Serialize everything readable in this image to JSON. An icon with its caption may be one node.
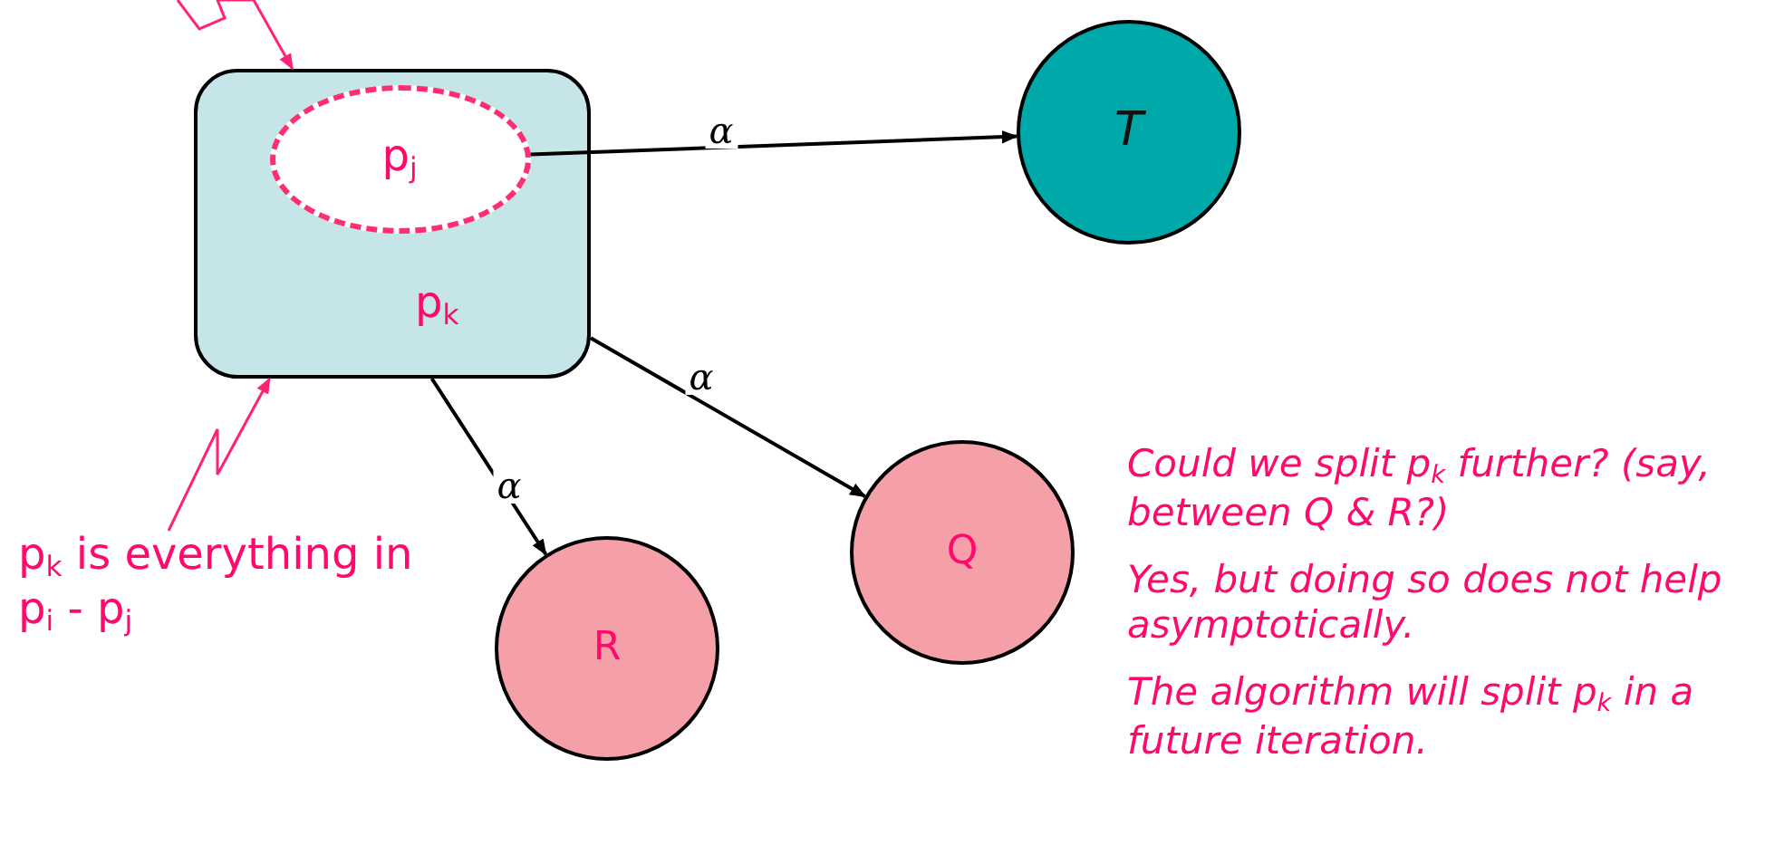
{
  "diagram": {
    "nodes": [
      {
        "text": [
          "p$_{k}$"
        ]
      },
      {
        "text": [
          "p$_{j}$"
        ],
        "in": 0
      },
      {
        "text": [
          "T"
        ]
      },
      {
        "text": [
          "Q"
        ]
      },
      {
        "text": [
          "R"
        ]
      },
      {
        "text": [
          "p$_{k}$ is everything in p$_{i}$ - p$_{j}$"
        ]
      }
    ],
    "edges": [
      {
        "from": 1,
        "to": 2,
        "arrow": "to",
        "label": "α"
      },
      {
        "from": 0,
        "to": 3,
        "arrow": "to",
        "label": "α"
      },
      {
        "from": 0,
        "to": 4,
        "arrow": "to",
        "label": "α"
      },
      {
        "from": 5,
        "to": 0,
        "arrow": "to",
        "color": "#ff2277"
      },
      {
        "from": null,
        "to": 0,
        "arrow": "to",
        "color": "#ff2277"
      }
    ],
    "labels": [
      "Could we split p$_{k}$ further? (say, between Q & R?)",
      "Yes, but doing so does not help asymptotically.",
      "The algorithm will split p$_{k}$ in a future iteration."
    ]
  }
}
